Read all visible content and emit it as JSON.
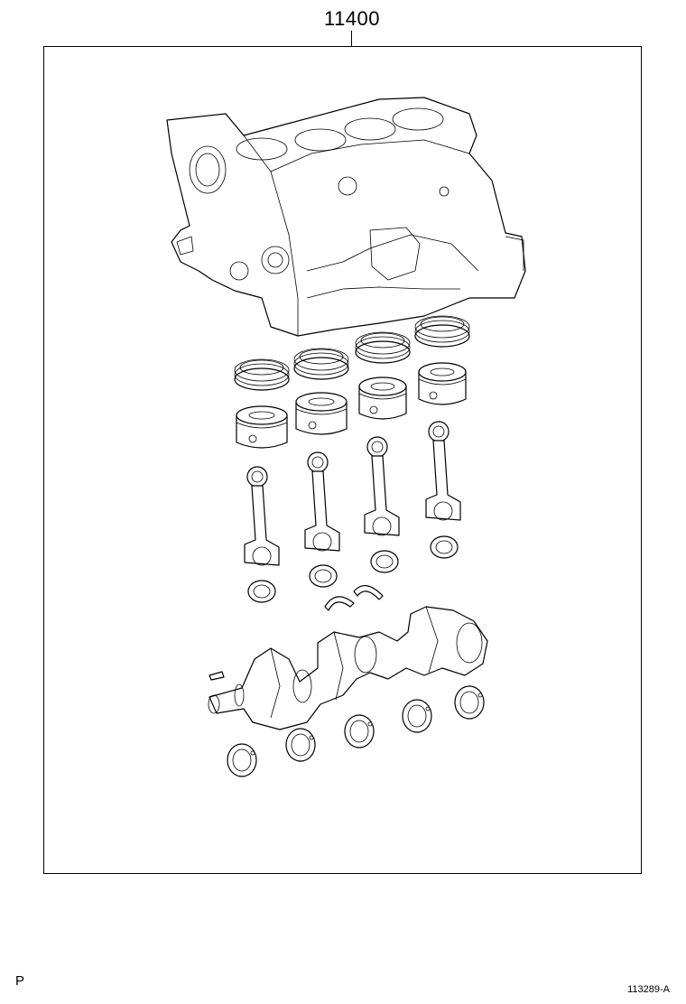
{
  "diagram": {
    "part_number": "11400",
    "page_mark": "P",
    "reference_code": "113289-A"
  },
  "components": {
    "cylinder_block": "cylinder-block-icon",
    "piston_rings": "piston-ring-icon",
    "pistons": "piston-icon",
    "connecting_rods": "connecting-rod-icon",
    "rod_bearings": "rod-bearing-icon",
    "thrust_washers": "thrust-washer-icon",
    "crankshaft": "crankshaft-icon",
    "main_bearings": "main-bearing-icon"
  }
}
